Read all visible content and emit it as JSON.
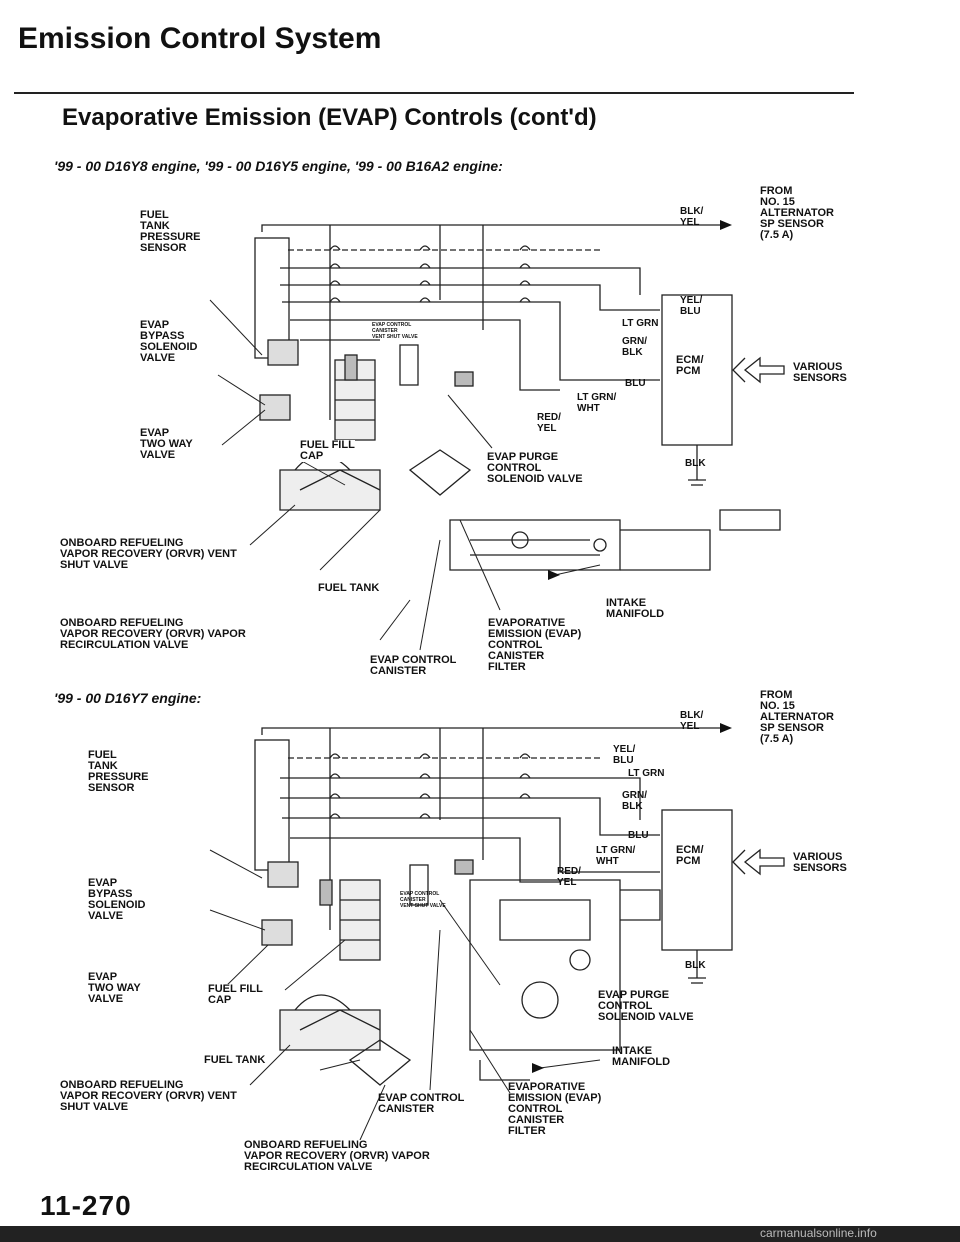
{
  "header": {
    "title": "Emission Control System",
    "subtitle": "Evaporative Emission (EVAP) Controls (cont'd)"
  },
  "diagram1": {
    "engine_label": "'99 - 00 D16Y8 engine, '99 - 00 D16Y5 engine, '99 - 00 B16A2 engine:",
    "labels": {
      "fuel_tank_pressure_sensor": "FUEL\nTANK\nPRESSURE\nSENSOR",
      "evap_bypass_solenoid_valve": "EVAP\nBYPASS\nSOLENOID\nVALVE",
      "evap_two_way_valve": "EVAP\nTWO WAY\nVALVE",
      "fuel_fill_cap": "FUEL FILL\nCAP",
      "orvr_vent_shut_valve": "ONBOARD REFUELING\nVAPOR RECOVERY (ORVR) VENT\nSHUT VALVE",
      "fuel_tank": "FUEL TANK",
      "orvr_vapor_recirc_valve": "ONBOARD REFUELING\nVAPOR RECOVERY (ORVR) VAPOR\nRECIRCULATION VALVE",
      "evap_control_canister": "EVAP CONTROL\nCANISTER",
      "evap_canister_filter": "EVAPORATIVE\nEMISSION (EVAP)\nCONTROL\nCANISTER\nFILTER",
      "intake_manifold": "INTAKE\nMANIFOLD",
      "evap_purge_control_solenoid_valve": "EVAP PURGE\nCONTROL\nSOLENOID VALVE",
      "vent_shut_valve": "EVAP CONTROL\nCANISTER\nVENT SHUT VALVE",
      "from_fuse": "From\nNo. 15\nALTERNATOR\nSP SENSOR\n(7.5 A)",
      "ecm_pcm": "ECM/\nPCM",
      "various_sensors": "VARIOUS\nSENSORS"
    },
    "wires": {
      "blk_yel": "BLK/\nYEL",
      "yel_blu": "YEL/\nBLU",
      "lt_grn": "LT GRN",
      "grn_blk": "GRN/\nBLK",
      "blu": "BLU",
      "lt_grn_wht": "LT GRN/\nWHT",
      "red_yel": "RED/\nYEL",
      "blk": "BLK"
    }
  },
  "diagram2": {
    "engine_label": "'99 - 00 D16Y7 engine:",
    "labels": {
      "fuel_tank_pressure_sensor": "FUEL\nTANK\nPRESSURE\nSENSOR",
      "evap_bypass_solenoid_valve": "EVAP\nBYPASS\nSOLENOID\nVALVE",
      "evap_two_way_valve": "EVAP\nTWO WAY\nVALVE",
      "fuel_fill_cap": "FUEL FILL\nCAP",
      "fuel_tank": "FUEL TANK",
      "orvr_vent_shut_valve": "ONBOARD REFUELING\nVAPOR RECOVERY (ORVR) VENT\nSHUT VALVE",
      "orvr_vapor_recirc_valve": "ONBOARD REFUELING\nVAPOR RECOVERY (ORVR) VAPOR\nRECIRCULATION VALVE",
      "evap_control_canister": "EVAP CONTROL\nCANISTER",
      "evap_canister_filter": "EVAPORATIVE\nEMISSION (EVAP)\nCONTROL\nCANISTER\nFILTER",
      "intake_manifold": "INTAKE\nMANIFOLD",
      "evap_purge_control_solenoid_valve": "EVAP PURGE\nCONTROL\nSOLENOID VALVE",
      "vent_shut_valve": "EVAP CONTROL\nCANISTER\nVENT SHUT VALVE",
      "from_fuse": "From\nNo. 15\nALTERNATOR\nSP SENSOR\n(7.5 A)",
      "ecm_pcm": "ECM/\nPCM",
      "various_sensors": "VARIOUS\nSENSORS"
    },
    "wires": {
      "blk_yel": "BLK/\nYEL",
      "yel_blu": "YEL/\nBLU",
      "lt_grn": "LT GRN",
      "grn_blk": "GRN/\nBLK",
      "blu": "BLU",
      "lt_grn_wht": "LT GRN/\nWHT",
      "red_yel": "RED/\nYEL",
      "blk": "BLK"
    }
  },
  "footer": {
    "page_number": "11-270",
    "watermark": "carmanualsonline.info"
  }
}
